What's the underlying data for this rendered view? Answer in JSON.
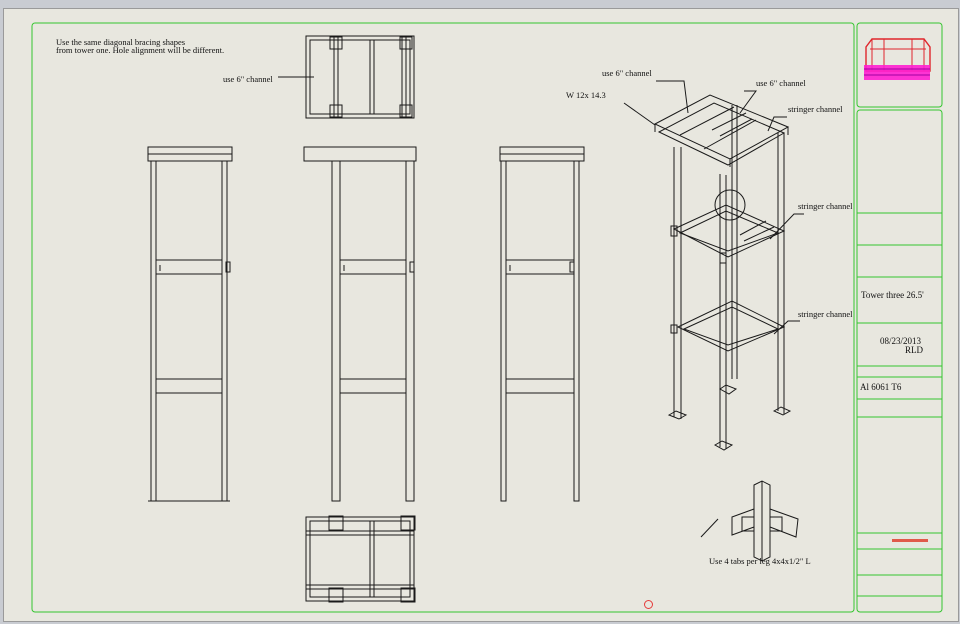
{
  "drawing": {
    "general_note_line1": "Use the same diagonal bracing shapes",
    "general_note_line2": "from tower one. Hole alignment will be different.",
    "callout_top_channel": "use 6\" channel",
    "callout_iso_channel_left": "use 6\" channel",
    "callout_iso_channel_right": "use 6\" channel",
    "callout_wbeam": "W 12x 14.3",
    "callout_stringer_1": "stringer channel",
    "callout_stringer_2": "stringer channel",
    "callout_stringer_3": "stringer channel",
    "detail_note": "Use 4 tabs per leg 4x4x1/2\" L"
  },
  "title_block": {
    "part_name": "Tower three 26.5'",
    "date": "08/23/2013",
    "author": "RLD",
    "material": "Al 6061 T6"
  },
  "colors": {
    "border": "#35c52f",
    "line": "#1a1a1a",
    "thumbnail_red": "#e0262c",
    "thumbnail_magenta": "#ff1fd2",
    "origin_marker": "#e53b3b"
  }
}
